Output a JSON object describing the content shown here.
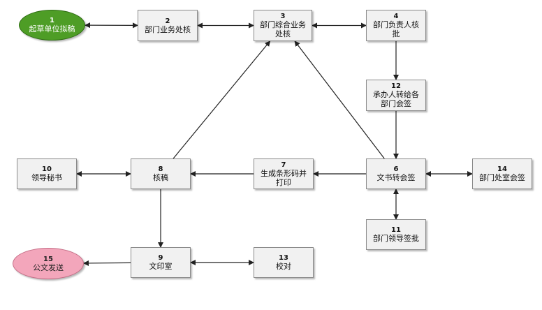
{
  "nodes": {
    "n1": {
      "num": "1",
      "label": "起草单位拟稿",
      "color": "#4e9d26"
    },
    "n2": {
      "num": "2",
      "label": "部门业务处核"
    },
    "n3": {
      "num": "3",
      "label": "部门综合业务处核"
    },
    "n4": {
      "num": "4",
      "label": "部门负责人核批"
    },
    "n12": {
      "num": "12",
      "label": "承办人转给各部门会签"
    },
    "n6": {
      "num": "6",
      "label": "文书转会签"
    },
    "n14": {
      "num": "14",
      "label": "部门处室会签"
    },
    "n7": {
      "num": "7",
      "label": "生成条形码并打印"
    },
    "n8": {
      "num": "8",
      "label": "核稿"
    },
    "n10": {
      "num": "10",
      "label": "领导秘书"
    },
    "n11": {
      "num": "11",
      "label": "部门领导签批"
    },
    "n9": {
      "num": "9",
      "label": "文印室"
    },
    "n13": {
      "num": "13",
      "label": "校对"
    },
    "n15": {
      "num": "15",
      "label": "公文发送",
      "color": "#f3a6bb"
    }
  },
  "edges": [
    {
      "from": "1",
      "to": "2",
      "bidirectional": true
    },
    {
      "from": "2",
      "to": "3",
      "bidirectional": true
    },
    {
      "from": "3",
      "to": "4",
      "bidirectional": true
    },
    {
      "from": "4",
      "to": "12",
      "bidirectional": false
    },
    {
      "from": "12",
      "to": "6",
      "bidirectional": false
    },
    {
      "from": "6",
      "to": "3",
      "bidirectional": false
    },
    {
      "from": "6",
      "to": "14",
      "bidirectional": true
    },
    {
      "from": "6",
      "to": "11",
      "bidirectional": true
    },
    {
      "from": "6",
      "to": "7",
      "bidirectional": false
    },
    {
      "from": "7",
      "to": "8",
      "bidirectional": false
    },
    {
      "from": "8",
      "to": "3",
      "bidirectional": false
    },
    {
      "from": "8",
      "to": "10",
      "bidirectional": true
    },
    {
      "from": "8",
      "to": "9",
      "bidirectional": false
    },
    {
      "from": "9",
      "to": "15",
      "bidirectional": false
    },
    {
      "from": "9",
      "to": "13",
      "bidirectional": true
    }
  ],
  "colors": {
    "line": "#222222",
    "box_fill": "#f1f1f1",
    "box_border": "#8a8a8a"
  }
}
